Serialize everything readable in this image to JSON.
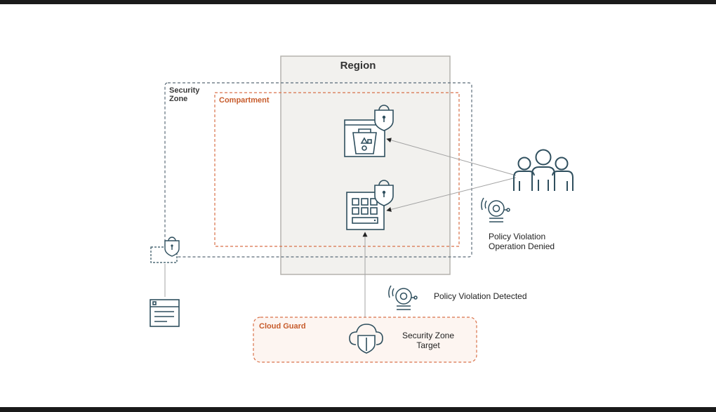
{
  "diagram": {
    "region_label": "Region",
    "security_zone_label": "Security\nZone",
    "compartment_label": "Compartment",
    "cloud_guard_label": "Cloud Guard",
    "policy_violation_denied": "Policy Violation\nOperation Denied",
    "policy_violation_detected": "Policy Violation Detected",
    "security_zone_target": "Security Zone\nTarget"
  },
  "colors": {
    "icon": "#2f4f5e",
    "accent_orange": "#c75b2b",
    "zone_border": "#5a6b78",
    "region_fill": "#f2f1ee",
    "region_border": "#b5b3ae",
    "arrow": "#a3a3a3"
  },
  "icons": [
    "storage-bucket-icon",
    "compute-instance-icon",
    "users-group-icon",
    "alarm-bell-icon",
    "cloud-shield-icon",
    "policy-document-icon",
    "padlock-shield-icon"
  ]
}
